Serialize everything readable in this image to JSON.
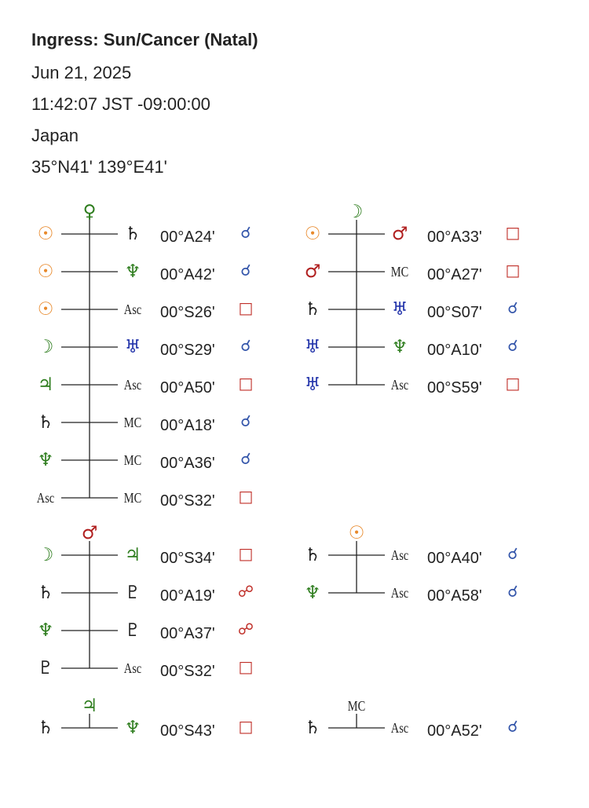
{
  "header": {
    "title": "Ingress: Sun/Cancer (Natal)",
    "date": "Jun 21, 2025",
    "time": "11:42:07 JST -09:00:00",
    "place": "Japan",
    "coords": "35°N41' 139°E41'"
  },
  "glyphs": {
    "sun": {
      "char": "☉",
      "color": "#e8892b"
    },
    "moon": {
      "char": "☽",
      "color": "#2e7d1e"
    },
    "venus": {
      "char": "♀",
      "color": "#2e7d1e"
    },
    "mars": {
      "char": "♂",
      "color": "#b01e1e"
    },
    "jupiter": {
      "char": "♃",
      "color": "#2e7d1e"
    },
    "saturn": {
      "char": "♄",
      "color": "#222222"
    },
    "uranus": {
      "char": "♅",
      "color": "#2233aa"
    },
    "neptune": {
      "char": "♆",
      "color": "#2e7d1e"
    },
    "pluto": {
      "char": "♇",
      "color": "#222222"
    },
    "asc": {
      "char": "Asc",
      "color": "#222222"
    },
    "mc": {
      "char": "MC",
      "color": "#222222"
    }
  },
  "aspects": {
    "conjunction": {
      "char": "☌",
      "color": "#3355aa"
    },
    "square": {
      "char": "□",
      "color": "#c0302a"
    },
    "opposition": {
      "char": "☍",
      "color": "#c0302a"
    }
  },
  "midpoint_trees": [
    {
      "focal": "venus",
      "rows": [
        {
          "left": "sun",
          "right": "saturn",
          "pos": "00°A24'",
          "aspect": "conjunction"
        },
        {
          "left": "sun",
          "right": "neptune",
          "pos": "00°A42'",
          "aspect": "conjunction"
        },
        {
          "left": "sun",
          "right": "asc",
          "pos": "00°S26'",
          "aspect": "square"
        },
        {
          "left": "moon",
          "right": "uranus",
          "pos": "00°S29'",
          "aspect": "conjunction"
        },
        {
          "left": "jupiter",
          "right": "asc",
          "pos": "00°A50'",
          "aspect": "square"
        },
        {
          "left": "saturn",
          "right": "mc",
          "pos": "00°A18'",
          "aspect": "conjunction"
        },
        {
          "left": "neptune",
          "right": "mc",
          "pos": "00°A36'",
          "aspect": "conjunction"
        },
        {
          "left": "asc",
          "right": "mc",
          "pos": "00°S32'",
          "aspect": "square"
        }
      ]
    },
    {
      "focal": "moon",
      "rows": [
        {
          "left": "sun",
          "right": "mars",
          "pos": "00°A33'",
          "aspect": "square"
        },
        {
          "left": "mars",
          "right": "mc",
          "pos": "00°A27'",
          "aspect": "square"
        },
        {
          "left": "saturn",
          "right": "uranus",
          "pos": "00°S07'",
          "aspect": "conjunction"
        },
        {
          "left": "uranus",
          "right": "neptune",
          "pos": "00°A10'",
          "aspect": "conjunction"
        },
        {
          "left": "uranus",
          "right": "asc",
          "pos": "00°S59'",
          "aspect": "square"
        }
      ]
    },
    {
      "focal": "mars",
      "rows": [
        {
          "left": "moon",
          "right": "jupiter",
          "pos": "00°S34'",
          "aspect": "square"
        },
        {
          "left": "saturn",
          "right": "pluto",
          "pos": "00°A19'",
          "aspect": "opposition"
        },
        {
          "left": "neptune",
          "right": "pluto",
          "pos": "00°A37'",
          "aspect": "opposition"
        },
        {
          "left": "pluto",
          "right": "asc",
          "pos": "00°S32'",
          "aspect": "square"
        }
      ]
    },
    {
      "focal": "sun",
      "rows": [
        {
          "left": "saturn",
          "right": "asc",
          "pos": "00°A40'",
          "aspect": "conjunction"
        },
        {
          "left": "neptune",
          "right": "asc",
          "pos": "00°A58'",
          "aspect": "conjunction"
        }
      ]
    },
    {
      "focal": "jupiter",
      "rows": [
        {
          "left": "saturn",
          "right": "neptune",
          "pos": "00°S43'",
          "aspect": "square"
        }
      ]
    },
    {
      "focal": "mc",
      "rows": [
        {
          "left": "saturn",
          "right": "asc",
          "pos": "00°A52'",
          "aspect": "conjunction"
        }
      ]
    }
  ]
}
